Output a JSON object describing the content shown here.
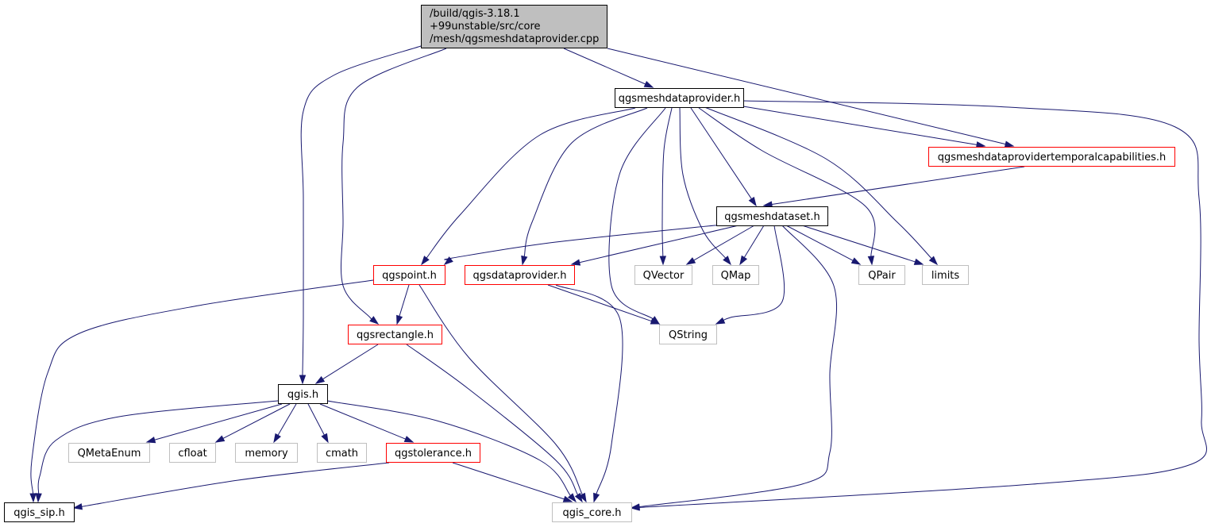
{
  "colors": {
    "edge": "#191970",
    "root_fill": "#bfbfbf",
    "border_black": "#000000",
    "border_red": "#ff0000",
    "border_grey": "#bfbfbf",
    "background": "#ffffff"
  },
  "nodes": [
    {
      "id": "root",
      "lines": [
        "/build/qgis-3.18.1",
        "+99unstable/src/core",
        "/mesh/qgsmeshdataprovider.cpp"
      ],
      "border": "root",
      "interactable": false
    },
    {
      "id": "qgsmeshdataprovider_h",
      "lines": [
        "qgsmeshdataprovider.h"
      ],
      "border": "black",
      "interactable": true
    },
    {
      "id": "temporalcaps_h",
      "lines": [
        "qgsmeshdataprovidertemporalcapabilities.h"
      ],
      "border": "red",
      "interactable": true
    },
    {
      "id": "qgsmeshdataset_h",
      "lines": [
        "qgsmeshdataset.h"
      ],
      "border": "black",
      "interactable": true
    },
    {
      "id": "qgspoint_h",
      "lines": [
        "qgspoint.h"
      ],
      "border": "red",
      "interactable": true
    },
    {
      "id": "qgsdataprovider_h",
      "lines": [
        "qgsdataprovider.h"
      ],
      "border": "red",
      "interactable": true
    },
    {
      "id": "QVector",
      "lines": [
        "QVector"
      ],
      "border": "grey",
      "interactable": false
    },
    {
      "id": "QMap",
      "lines": [
        "QMap"
      ],
      "border": "grey",
      "interactable": false
    },
    {
      "id": "QPair",
      "lines": [
        "QPair"
      ],
      "border": "grey",
      "interactable": false
    },
    {
      "id": "limits",
      "lines": [
        "limits"
      ],
      "border": "grey",
      "interactable": false
    },
    {
      "id": "QString",
      "lines": [
        "QString"
      ],
      "border": "grey",
      "interactable": false
    },
    {
      "id": "qgsrectangle_h",
      "lines": [
        "qgsrectangle.h"
      ],
      "border": "red",
      "interactable": true
    },
    {
      "id": "qgis_h",
      "lines": [
        "qgis.h"
      ],
      "border": "black",
      "interactable": true
    },
    {
      "id": "QMetaEnum",
      "lines": [
        "QMetaEnum"
      ],
      "border": "grey",
      "interactable": false
    },
    {
      "id": "cfloat",
      "lines": [
        "cfloat"
      ],
      "border": "grey",
      "interactable": false
    },
    {
      "id": "memory",
      "lines": [
        "memory"
      ],
      "border": "grey",
      "interactable": false
    },
    {
      "id": "cmath",
      "lines": [
        "cmath"
      ],
      "border": "grey",
      "interactable": false
    },
    {
      "id": "qgstolerance_h",
      "lines": [
        "qgstolerance.h"
      ],
      "border": "red",
      "interactable": true
    },
    {
      "id": "qgis_sip_h",
      "lines": [
        "qgis_sip.h"
      ],
      "border": "black",
      "interactable": true
    },
    {
      "id": "qgis_core_h",
      "lines": [
        "qgis_core.h"
      ],
      "border": "grey",
      "interactable": false
    }
  ],
  "edges": [
    [
      "root",
      "qgsmeshdataprovider_h"
    ],
    [
      "root",
      "temporalcaps_h"
    ],
    [
      "root",
      "qgsrectangle_h"
    ],
    [
      "root",
      "qgis_h"
    ],
    [
      "qgsmeshdataprovider_h",
      "temporalcaps_h"
    ],
    [
      "qgsmeshdataprovider_h",
      "qgsmeshdataset_h"
    ],
    [
      "qgsmeshdataprovider_h",
      "qgspoint_h"
    ],
    [
      "qgsmeshdataprovider_h",
      "qgsdataprovider_h"
    ],
    [
      "qgsmeshdataprovider_h",
      "QVector"
    ],
    [
      "qgsmeshdataprovider_h",
      "QMap"
    ],
    [
      "qgsmeshdataprovider_h",
      "QPair"
    ],
    [
      "qgsmeshdataprovider_h",
      "limits"
    ],
    [
      "qgsmeshdataprovider_h",
      "QString"
    ],
    [
      "qgsmeshdataprovider_h",
      "qgis_core_h"
    ],
    [
      "temporalcaps_h",
      "qgsmeshdataset_h"
    ],
    [
      "qgsmeshdataset_h",
      "qgspoint_h"
    ],
    [
      "qgsmeshdataset_h",
      "qgsdataprovider_h"
    ],
    [
      "qgsmeshdataset_h",
      "QVector"
    ],
    [
      "qgsmeshdataset_h",
      "QMap"
    ],
    [
      "qgsmeshdataset_h",
      "QPair"
    ],
    [
      "qgsmeshdataset_h",
      "limits"
    ],
    [
      "qgsmeshdataset_h",
      "QString"
    ],
    [
      "qgsmeshdataset_h",
      "qgis_core_h"
    ],
    [
      "qgspoint_h",
      "qgsrectangle_h"
    ],
    [
      "qgspoint_h",
      "qgis_sip_h"
    ],
    [
      "qgspoint_h",
      "qgis_core_h"
    ],
    [
      "qgsdataprovider_h",
      "QString"
    ],
    [
      "qgsdataprovider_h",
      "qgis_core_h"
    ],
    [
      "qgsrectangle_h",
      "qgis_h"
    ],
    [
      "qgsrectangle_h",
      "qgis_core_h"
    ],
    [
      "qgis_h",
      "QMetaEnum"
    ],
    [
      "qgis_h",
      "cfloat"
    ],
    [
      "qgis_h",
      "memory"
    ],
    [
      "qgis_h",
      "cmath"
    ],
    [
      "qgis_h",
      "qgstolerance_h"
    ],
    [
      "qgis_h",
      "qgis_sip_h"
    ],
    [
      "qgis_h",
      "qgis_core_h"
    ],
    [
      "qgstolerance_h",
      "qgis_sip_h"
    ],
    [
      "qgstolerance_h",
      "qgis_core_h"
    ]
  ]
}
